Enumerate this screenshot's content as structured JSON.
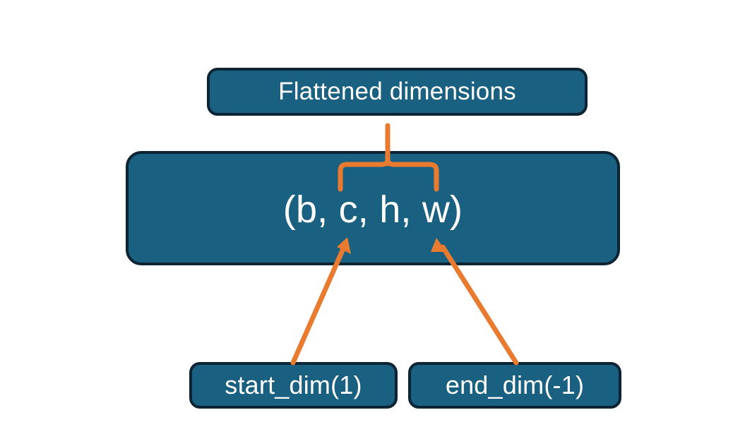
{
  "diagram": {
    "title_text": "Flattened dimensions",
    "background_color": "#ffffff",
    "node_fill_color": "#1A6080",
    "node_border_color": "#0C2433",
    "node_text_color": "#ffffff",
    "connector_color": "#E87B30"
  },
  "nodes": {
    "flattened": {
      "label": "Flattened dimensions"
    },
    "shape": {
      "label": "(b, c, h, w)"
    },
    "start_dim": {
      "label": "start_dim(1)"
    },
    "end_dim": {
      "label": "end_dim(-1)"
    }
  },
  "connectors": {
    "brace": {
      "name": "curly-brace-up",
      "color": "#E87B30",
      "spans_label": "c, h, w",
      "points_to": "Flattened dimensions"
    },
    "arrow_start_dim": {
      "name": "arrow-start-dim-to-shape",
      "color": "#E87B30",
      "from": "start_dim(1)",
      "to": "(b, c, h, w)"
    },
    "arrow_end_dim": {
      "name": "arrow-end-dim-to-shape",
      "color": "#E87B30",
      "from": "end_dim(-1)",
      "to": "(b, c, h, w)"
    }
  }
}
